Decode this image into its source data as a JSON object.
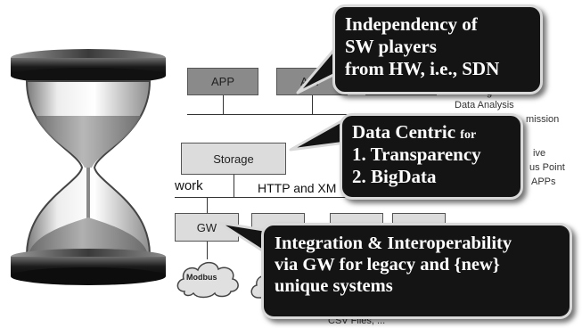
{
  "architecture": {
    "app_label": "APP",
    "app2_label_partial": "APP",
    "storage_label": "Storage",
    "gw_label": "GW",
    "network_text_partial": "work",
    "http_text_partial": "HTTP and XM",
    "right_text_lines": [
      "Data Analysis",
      "mission",
      "ive",
      "us Point",
      "APPs"
    ],
    "right_text_top_partial": "g",
    "bottom_text_partial": "CSV Files, ...",
    "modbus_label": "Modbus"
  },
  "callouts": {
    "sdn": {
      "lines": [
        "Independency of",
        "SW players",
        "from HW, i.e., SDN"
      ]
    },
    "data_centric": {
      "title": "Data Centric",
      "title_suffix": "for",
      "lines": [
        "1. Transparency",
        "2. BigData"
      ]
    },
    "integration": {
      "lines": [
        "Integration & Interoperability",
        "via GW for legacy and {new}",
        "unique systems"
      ]
    }
  },
  "colors": {
    "callout_bg": "#141414",
    "callout_border": "#d9d9d9",
    "dark_box": "#8a8a8a",
    "light_box": "#dcdcdc"
  }
}
